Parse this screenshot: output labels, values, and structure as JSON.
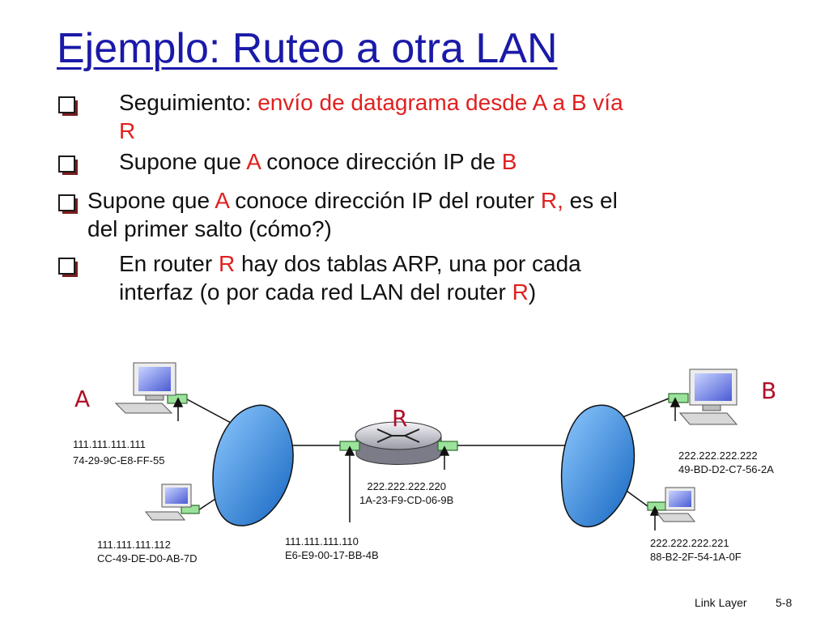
{
  "title": "Ejemplo: Ruteo a otra LAN",
  "bullets": [
    {
      "line1_black": "Seguimiento: ",
      "line1_red": "envío de datagrama desde A a B vía",
      "line2_red": "R"
    },
    {
      "a": "Supone que ",
      "b": "A",
      "c": " conoce dirección IP de ",
      "d": "B"
    },
    {
      "a": "Supone que ",
      "b": "A",
      "c": " conoce dirección IP del router ",
      "d": "R,",
      "e": " es el",
      "line2": "del primer salto  (cómo?)"
    },
    {
      "a": "En router ",
      "b": "R",
      "c": " hay dos tablas ARP, una por cada",
      "line2_a": "interfaz (o por cada red LAN del router ",
      "line2_b": "R",
      "line2_c": ")"
    }
  ],
  "diagram": {
    "label_a": "A",
    "label_b": "B",
    "label_r": "R",
    "host_a": {
      "ip": "111.111.111.111",
      "mac": "74-29-9C-E8-FF-55"
    },
    "host_a2": {
      "ip": "111.111.111.112",
      "mac": "CC-49-DE-D0-AB-7D"
    },
    "router_left": {
      "ip": "111.111.111.110",
      "mac": "E6-E9-00-17-BB-4B"
    },
    "router_right": {
      "ip": "222.222.222.220",
      "mac": "1A-23-F9-CD-06-9B"
    },
    "host_b": {
      "ip": "222.222.222.222",
      "mac": "49-BD-D2-C7-56-2A"
    },
    "host_b2": {
      "ip": "222.222.222.221",
      "mac": "88-B2-2F-54-1A-0F"
    }
  },
  "footer": {
    "chapter": "Link Layer",
    "page": "5-8"
  },
  "colors": {
    "title": "#1a1aa8",
    "accent": "#e02020",
    "cloud": "#1e88e5",
    "nic": "#9be39b"
  }
}
